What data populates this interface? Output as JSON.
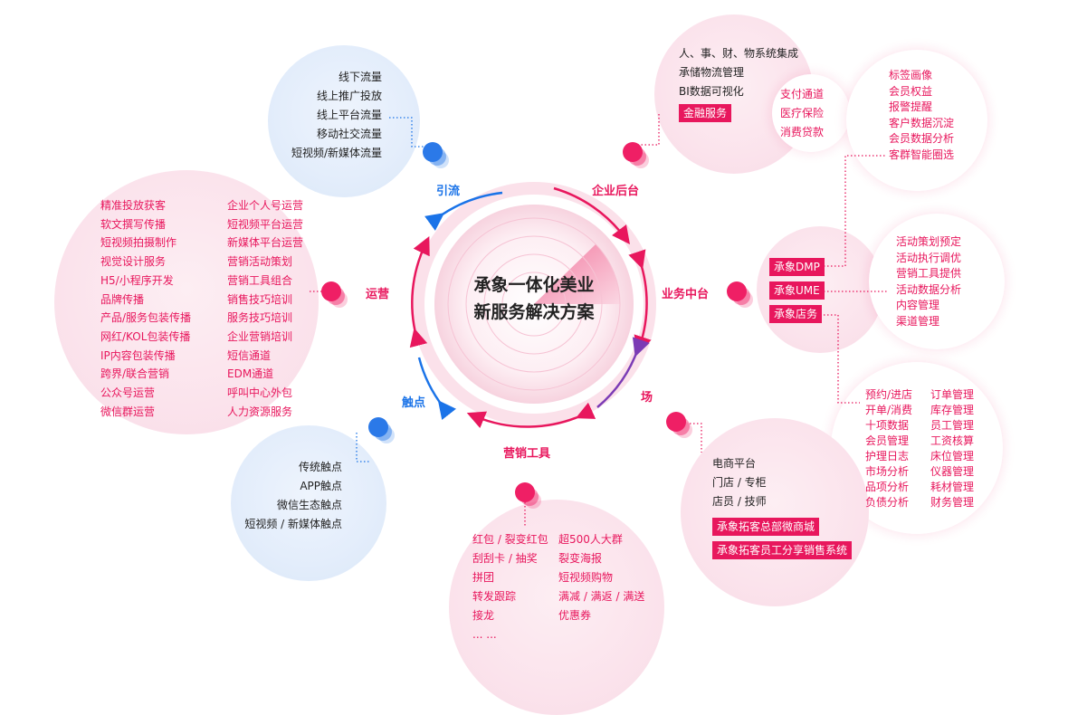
{
  "center": {
    "line1": "承象一体化美业",
    "line2": "新服务解决方案"
  },
  "categories": {
    "yinliu": "引流",
    "qiye": "企业后台",
    "yunying": "运营",
    "yewu": "业务中台",
    "chudian": "触点",
    "chang": "场",
    "yingxiao": "营销工具"
  },
  "yinliu_items": [
    "线下流量",
    "线上推广投放",
    "线上平台流量",
    "移动社交流量",
    "短视频/新媒体流量"
  ],
  "qiye": {
    "items": [
      "人、事、财、物系统集成",
      "承储物流管理",
      "BI数据可视化"
    ],
    "tag": "金融服务",
    "finance": [
      "支付通道",
      "医疗保险",
      "消费贷款"
    ]
  },
  "dmp_items": [
    "标签画像",
    "会员权益",
    "报警提醒",
    "客户数据沉淀",
    "会员数据分析",
    "客群智能圈选"
  ],
  "ume_items": [
    "活动策划预定",
    "活动执行调优",
    "营销工具提供",
    "活动数据分析",
    "内容管理",
    "渠道管理"
  ],
  "yewu_tags": [
    "承象DMP",
    "承象UME",
    "承象店务"
  ],
  "dianwu": {
    "col1": [
      "预约/进店",
      "开单/消费",
      "十项数据",
      "会员管理",
      "护理日志",
      "市场分析",
      "品项分析",
      "负债分析"
    ],
    "col2": [
      "订单管理",
      "库存管理",
      "员工管理",
      "工资核算",
      "床位管理",
      "仪器管理",
      "耗材管理",
      "财务管理"
    ]
  },
  "yunying": {
    "col1": [
      "精准投放获客",
      "软文撰写传播",
      "短视频拍摄制作",
      "视觉设计服务",
      "H5/小程序开发",
      "品牌传播",
      "产品/服务包装传播",
      "网红/KOL包装传播",
      "IP内容包装传播",
      "跨界/联合营销",
      "公众号运营",
      "微信群运营"
    ],
    "col2": [
      "企业个人号运营",
      "短视频平台运营",
      "新媒体平台运营",
      "营销活动策划",
      "营销工具组合",
      "销售技巧培训",
      "服务技巧培训",
      "企业营销培训",
      "短信通道",
      "EDM通道",
      "呼叫中心外包",
      "人力资源服务"
    ]
  },
  "chudian_items": [
    "传统触点",
    "APP触点",
    "微信生态触点",
    "短视频 / 新媒体触点"
  ],
  "chang": {
    "items": [
      "电商平台",
      "门店 / 专柜",
      "店员 / 技师"
    ],
    "tags": [
      "承象拓客总部微商城",
      "承象拓客员工分享销售系统"
    ]
  },
  "yingxiao": {
    "col1": [
      "红包 / 裂变红包",
      "刮刮卡 / 抽奖",
      "拼团",
      "转发跟踪",
      "接龙",
      "... ..."
    ],
    "col2": [
      "超500人大群",
      "裂变海报",
      "短视频购物",
      "满减 / 满返 / 满送",
      "优惠券"
    ]
  },
  "colors": {
    "accent": "#e8175d",
    "blue": "#1a73e8"
  }
}
